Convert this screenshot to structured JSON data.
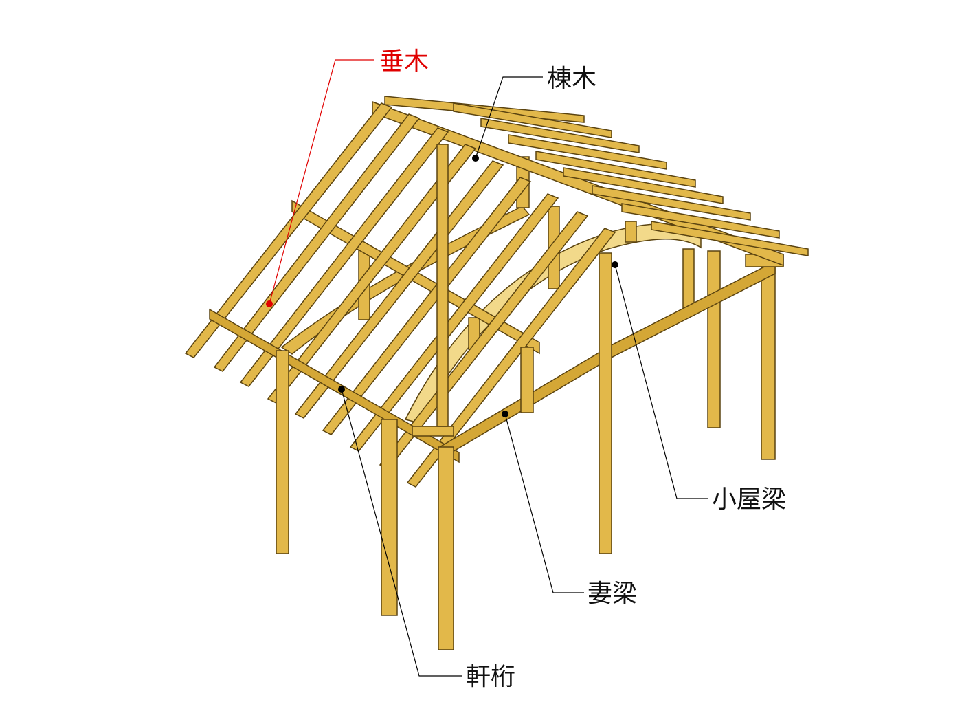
{
  "labels": {
    "taruki": "垂木",
    "munagi": "棟木",
    "koyabari": "小屋梁",
    "tsumabari": "妻梁",
    "nokigeta": "軒桁"
  },
  "colors": {
    "wood": "#e2b84a",
    "wood_light": "#f2d98a",
    "wood_dark": "#b38a1c",
    "outline": "#5a4310",
    "highlight": "#e00000",
    "leader": "#000000"
  }
}
